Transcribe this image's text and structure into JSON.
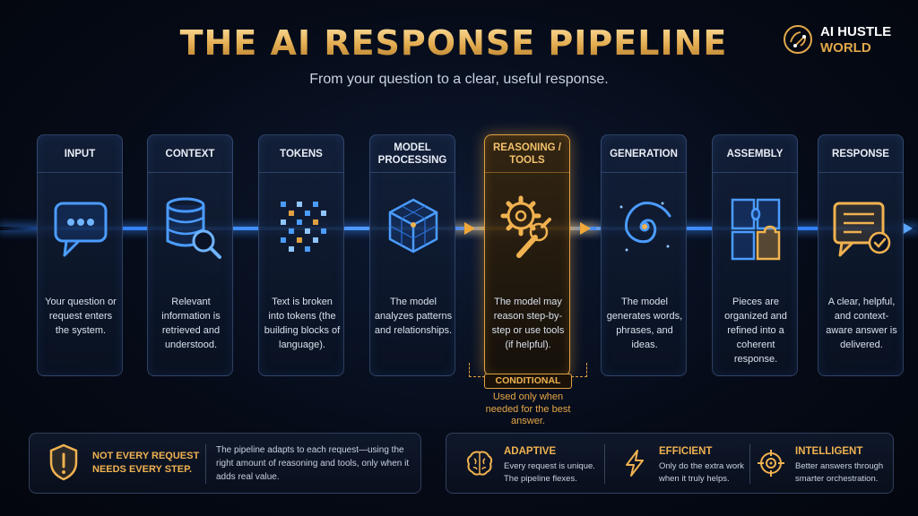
{
  "header": {
    "title": "THE AI RESPONSE PIPELINE",
    "trademark": "™",
    "subtitle": "From your question to a clear, useful response."
  },
  "brand": {
    "line1": "AI HUSTLE",
    "line2": "WORLD"
  },
  "stages": [
    {
      "title": "INPUT",
      "icon": "chat-bubble-icon",
      "desc": "Your question or request enters the system."
    },
    {
      "title": "CONTEXT",
      "icon": "database-search-icon",
      "desc": "Relevant information is retrieved and understood."
    },
    {
      "title": "TOKENS",
      "icon": "token-grid-icon",
      "desc": "Text is broken into tokens (the building blocks of language)."
    },
    {
      "title": "MODEL PROCESSING",
      "icon": "cube-network-icon",
      "desc": "The model analyzes patterns and relationships."
    },
    {
      "title": "REASONING / TOOLS",
      "icon": "gear-wrench-icon",
      "desc": "The model may reason step-by-step or use tools (if helpful)."
    },
    {
      "title": "GENERATION",
      "icon": "spiral-galaxy-icon",
      "desc": "The model generates words, phrases, and ideas."
    },
    {
      "title": "ASSEMBLY",
      "icon": "puzzle-icon",
      "desc": "Pieces are organized and refined into a coherent response."
    },
    {
      "title": "RESPONSE",
      "icon": "message-check-icon",
      "desc": "A clear, helpful, and context-aware answer is delivered."
    }
  ],
  "conditional": {
    "label": "CONDITIONAL",
    "note": "Used only when needed for the best answer."
  },
  "notice": {
    "title_line1": "NOT EVERY REQUEST",
    "title_line2": "NEEDS EVERY STEP.",
    "text": "The pipeline adapts to each request—using the right amount of reasoning and tools, only when it adds real value."
  },
  "features": [
    {
      "title": "ADAPTIVE",
      "icon": "brain-icon",
      "desc": "Every request is unique. The pipeline flexes."
    },
    {
      "title": "EFFICIENT",
      "icon": "lightning-icon",
      "desc": "Only do the extra work when it truly helps."
    },
    {
      "title": "INTELLIGENT",
      "icon": "target-icon",
      "desc": "Better answers through smarter orchestration."
    }
  ],
  "colors": {
    "accent_gold": "#e0a040",
    "accent_blue": "#3d88ff",
    "background": "#060b18"
  }
}
